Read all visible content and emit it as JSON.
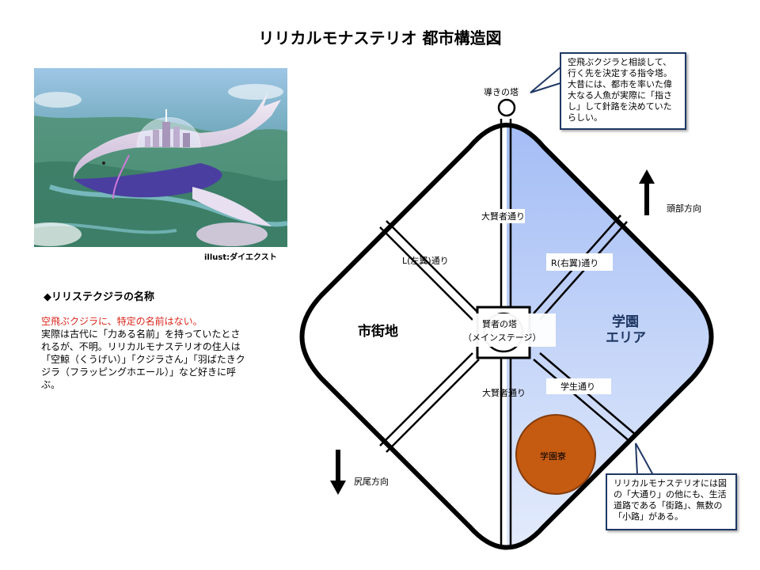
{
  "title": "リリカルモナステリオ 都市構造図",
  "illustration": {
    "credit": "illust:ダイエクスト"
  },
  "naming": {
    "heading": "◆リリステクジラの名称",
    "highlight": "空飛ぶクジラに、特定の名前はない。",
    "body": "実際は古代に「力ある名前」を持っていたとされるが、不明。リリカルモナステリオの住人は「空鯨（くうげい）」「クジラさん」「羽ばたきクジラ（フラッピングホエール）」など好きに呼ぶ。"
  },
  "map": {
    "tower_top": "導きの塔",
    "area_left": "市街地",
    "area_right_line1": "学園",
    "area_right_line2": "エリア",
    "center_line1": "賢者の塔",
    "center_line2": "（メインステージ）",
    "road_upper": "大賢者通り",
    "road_lower": "大賢者通り",
    "road_left": "L(左翼)通り",
    "road_right": "R(右翼)通り",
    "road_student": "学生通り",
    "dorm": "学園寮",
    "dir_head": "頭部方向",
    "dir_tail": "尻尾方向"
  },
  "callouts": {
    "tower": "空飛ぶクジラと相談して、行く先を決定する指令塔。大昔には、都市を率いた偉大なる人魚が実際に「指さし」して針路を決めていたらしい。",
    "roads": "リリカルモナステリオには図の「大通り」の他にも、生活道路である「街路」、無数の「小路」がある。"
  },
  "colors": {
    "school_area_top": "#a4bdf5",
    "school_area_bottom": "#e3ebfc",
    "dorm": "#c55a11",
    "callout_border": "#1f3864",
    "school_label": "#1f3864",
    "highlight_text": "#d9261c"
  }
}
